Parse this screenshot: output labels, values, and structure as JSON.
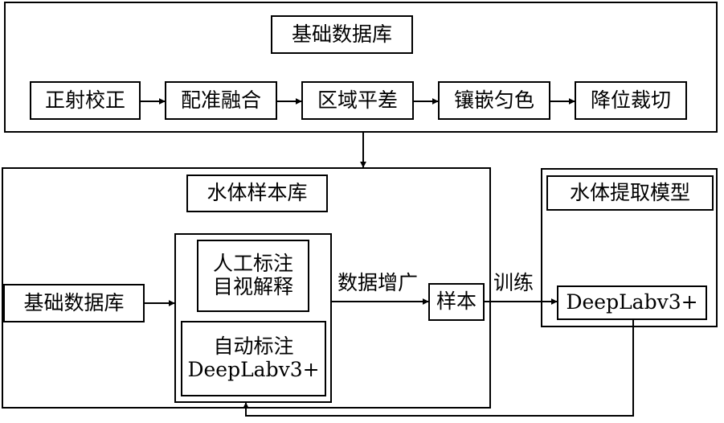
{
  "base_db": {
    "title": "基础数据库",
    "steps": [
      "正射校正",
      "配准融合",
      "区域平差",
      "镶嵌匀色",
      "降位裁切"
    ]
  },
  "sample_lib": {
    "title": "水体样本库",
    "input": "基础数据库",
    "manual_line1": "人工标注",
    "manual_line2": "目视解释",
    "auto_line1": "自动标注",
    "auto_line2": "DeepLabv3+",
    "augment_label": "数据增广",
    "sample": "样本"
  },
  "model": {
    "title": "水体提取模型",
    "train_label": "训练",
    "network": "DeepLabv3+"
  }
}
